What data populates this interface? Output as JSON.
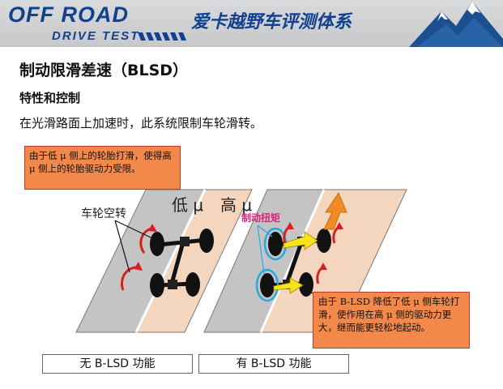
{
  "header": {
    "brand_line1": "OFF ROAD",
    "brand_line2": "DRIVE  TEST",
    "brand_cn": "爱卡越野车评测体系",
    "brand_color": "#11418f"
  },
  "page": {
    "title": "制动限滑差速（BLSD）",
    "subtitle": "特性和控制",
    "description": "在光滑路面上加速时，此系统限制车轮滑转。"
  },
  "diagram": {
    "callout_left": "由于低 μ 侧上的轮胎打滑，使得高 μ 侧上的轮胎驱动力受限。",
    "callout_right": "由于 B-LSD 降低了低 μ 侧车轮打滑，使作用在高 μ 侧的驱动力更大，继而能更轻松地起动。",
    "label_wheel_spin": "车轮空转",
    "label_low_mu": "低 μ",
    "label_high_mu": "高 μ",
    "label_brake_torque": "制动扭矩",
    "caption_left": "无 B-LSD 功能",
    "caption_right": "有 B-LSD 功能",
    "colors": {
      "low_mu_surface": "#c4c4c4",
      "high_mu_surface": "#f3d6bd",
      "callout_fill": "#f2884a",
      "arrow_orange": "#f08a24",
      "arrow_red": "#d62020"
    }
  }
}
